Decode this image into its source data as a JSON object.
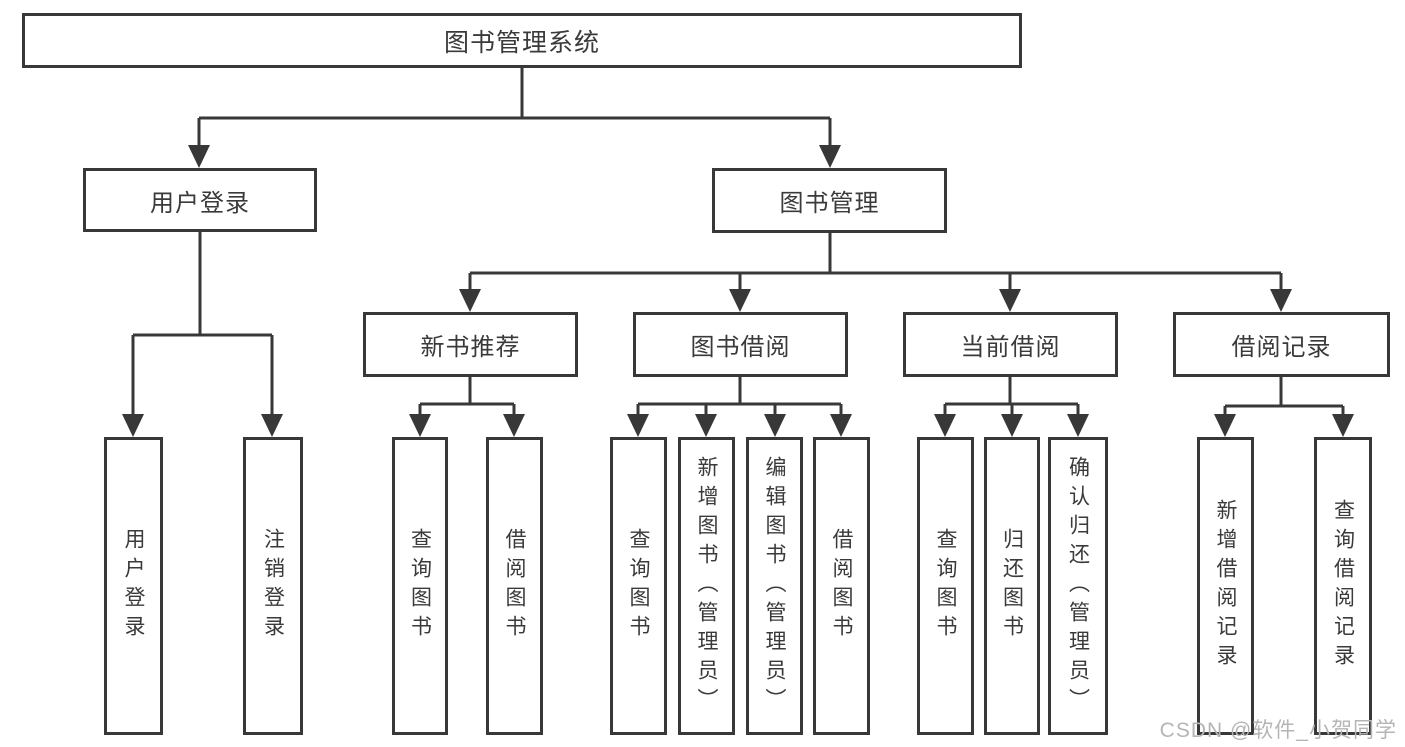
{
  "diagram": {
    "type": "feature-tree",
    "colors": {
      "line": "#383838",
      "text": "#3a3a3a",
      "watermark": "#b5b5b5",
      "background": "#ffffff"
    },
    "watermark": "CSDN @软件_小贺同学",
    "tree": {
      "label": "图书管理系统",
      "children": [
        {
          "label": "用户登录",
          "children": [
            {
              "label": "用户登录"
            },
            {
              "label": "注销登录"
            }
          ]
        },
        {
          "label": "图书管理",
          "children": [
            {
              "label": "新书推荐",
              "children": [
                {
                  "label": "查询图书"
                },
                {
                  "label": "借阅图书"
                }
              ]
            },
            {
              "label": "图书借阅",
              "children": [
                {
                  "label": "查询图书"
                },
                {
                  "label": "新增图书（管理员）"
                },
                {
                  "label": "编辑图书（管理员）"
                },
                {
                  "label": "借阅图书"
                }
              ]
            },
            {
              "label": "当前借阅",
              "children": [
                {
                  "label": "查询图书"
                },
                {
                  "label": "归还图书"
                },
                {
                  "label": "确认归还（管理员）"
                }
              ]
            },
            {
              "label": "借阅记录",
              "children": [
                {
                  "label": "新增借阅记录"
                },
                {
                  "label": "查询借阅记录"
                }
              ]
            }
          ]
        }
      ]
    }
  }
}
